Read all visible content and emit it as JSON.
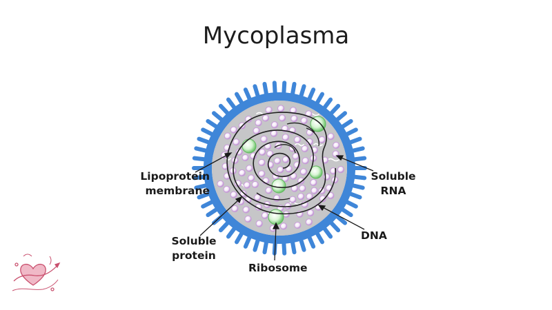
{
  "title": "Mycoplasma",
  "labels": {
    "lipoprotein_membrane": [
      "Lipoprotein",
      "membrane"
    ],
    "soluble_rna": [
      "Soluble",
      "RNA"
    ],
    "dna": "DNA",
    "soluble_protein": [
      "Soluble",
      "protein"
    ],
    "ribosome": "Ribosome"
  },
  "colors": {
    "membrane_blue": "#3f86d8",
    "cytoplasm_gray": "#c4c4c6",
    "ribosome_pink": "#c79ad8",
    "granule_green": "#7ed07a",
    "dna_strand": "#1e1e1e",
    "logo_pink": "#c9506e"
  },
  "icons": {
    "logo": "heart-arrow-logo-icon"
  }
}
